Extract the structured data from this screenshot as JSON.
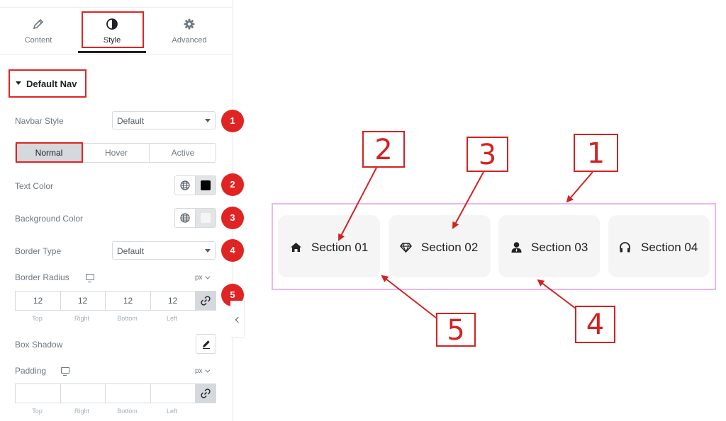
{
  "panel": {
    "tabs": [
      {
        "label": "Content",
        "icon": "pencil-icon"
      },
      {
        "label": "Style",
        "icon": "contrast-icon"
      },
      {
        "label": "Advanced",
        "icon": "gear-icon"
      }
    ],
    "active_tab": "Style",
    "section_title": "Default Nav",
    "navbar_style": {
      "label": "Navbar Style",
      "value": "Default"
    },
    "states": [
      "Normal",
      "Hover",
      "Active"
    ],
    "active_state": "Normal",
    "text_color": {
      "label": "Text Color",
      "swatch": "#000000"
    },
    "background_color": {
      "label": "Background Color",
      "swatch": "#f5f5f5"
    },
    "border_type": {
      "label": "Border Type",
      "value": "Default"
    },
    "border_radius": {
      "label": "Border Radius",
      "unit": "px",
      "values": [
        "12",
        "12",
        "12",
        "12"
      ],
      "sides": [
        "Top",
        "Right",
        "Bottom",
        "Left"
      ]
    },
    "box_shadow": {
      "label": "Box Shadow"
    },
    "padding": {
      "label": "Padding",
      "unit": "px",
      "values": [
        "",
        "",
        "",
        ""
      ],
      "sides": [
        "Top",
        "Right",
        "Bottom",
        "Left"
      ]
    },
    "badges": [
      "1",
      "2",
      "3",
      "4",
      "5"
    ]
  },
  "preview": {
    "nav_items": [
      {
        "label": "Section 01",
        "icon": "home-icon"
      },
      {
        "label": "Section 02",
        "icon": "diamond-icon"
      },
      {
        "label": "Section 03",
        "icon": "user-icon"
      },
      {
        "label": "Section 04",
        "icon": "headphones-icon"
      }
    ],
    "callouts": [
      "2",
      "3",
      "1",
      "5",
      "4"
    ]
  },
  "colors": {
    "accent_red": "#e02424",
    "frame_pink": "#e8b8ee",
    "nav_bg": "#f5f5f5"
  }
}
